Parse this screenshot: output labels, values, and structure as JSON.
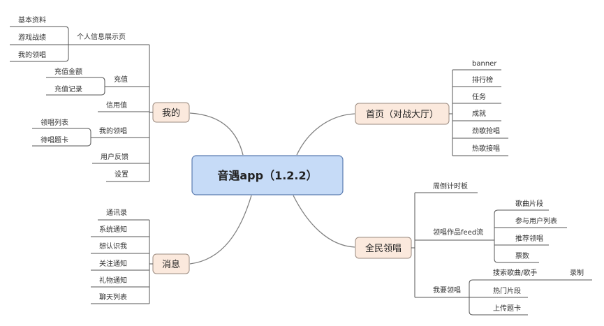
{
  "root": "音遇app（1.2.2）",
  "main": {
    "mine": "我的",
    "home": "首页（对战大厅）",
    "messages": "消息",
    "sing": "全民领唱"
  },
  "mine": {
    "profile": "个人信息展示页",
    "profile_items": [
      "基本资料",
      "游戏战绩",
      "我的领唱"
    ],
    "recharge": "充值",
    "recharge_items": [
      "充值金额",
      "充值记录"
    ],
    "credit": "信用值",
    "my_lead": "我的领唱",
    "my_lead_items": [
      "领唱列表",
      "待唱题卡"
    ],
    "feedback": "用户反馈",
    "settings": "设置"
  },
  "home": {
    "items": [
      "banner",
      "排行榜",
      "任务",
      "成就",
      "劲歌抢唱",
      "热歌接唱"
    ]
  },
  "messages": {
    "items": [
      "通讯录",
      "系统通知",
      "想认识我",
      "关注通知",
      "礼物通知",
      "聊天列表"
    ]
  },
  "sing": {
    "countdown": "周倒计时板",
    "feed": "领唱作品feed流",
    "feed_items": [
      "歌曲片段",
      "参与用户列表",
      "推荐领唱",
      "票数"
    ],
    "my_sing": "我要领唱",
    "search": "搜索歌曲/歌手",
    "record": "录制",
    "my_sing_items": [
      "热门片段",
      "上传题卡"
    ]
  }
}
